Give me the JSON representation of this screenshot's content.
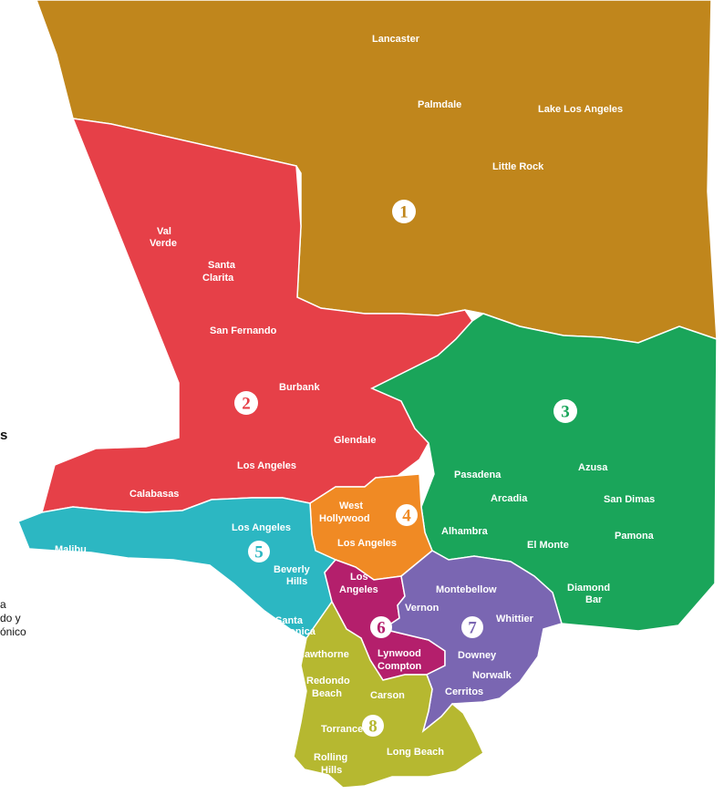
{
  "side_text": {
    "heading_fragment": "s",
    "caption_lines": [
      "a",
      "do y",
      "ónico"
    ]
  },
  "colors": {
    "district_1": "#c0861c",
    "district_2": "#e64048",
    "district_3": "#1aa55a",
    "district_4": "#f08a24",
    "district_5": "#2cb7c2",
    "district_6": "#b41f6c",
    "district_7": "#7a66b2",
    "district_8": "#b6b830"
  },
  "districts": [
    {
      "number": "1",
      "places": [
        "Lancaster",
        "Palmdale",
        "Lake Los Angeles",
        "Little Rock"
      ]
    },
    {
      "number": "2",
      "places": [
        "Val",
        "Verde",
        "Santa",
        "Clarita",
        "San Fernando",
        "Burbank",
        "Glendale",
        "Los Angeles",
        "Calabasas"
      ]
    },
    {
      "number": "3",
      "places": [
        "Pasadena",
        "Azusa",
        "Arcadia",
        "San Dimas",
        "Alhambra",
        "El Monte",
        "Pamona",
        "Diamond",
        "Bar"
      ]
    },
    {
      "number": "4",
      "places": [
        "West",
        "Hollywood",
        "Los Angeles"
      ]
    },
    {
      "number": "5",
      "places": [
        "Malibu",
        "Los Angeles",
        "Beverly",
        "Hills",
        "Santa",
        "Monica"
      ]
    },
    {
      "number": "6",
      "places": [
        "Los",
        "Angeles",
        "Lynwood",
        "Compton"
      ]
    },
    {
      "number": "7",
      "places": [
        "Montebellow",
        "Vernon",
        "Whittier",
        "Downey",
        "Norwalk",
        "Cerritos"
      ]
    },
    {
      "number": "8",
      "places": [
        "Hawthorne",
        "Redondo",
        "Beach",
        "Carson",
        "Torrance",
        "Rolling",
        "Hills",
        "Long Beach"
      ]
    }
  ]
}
